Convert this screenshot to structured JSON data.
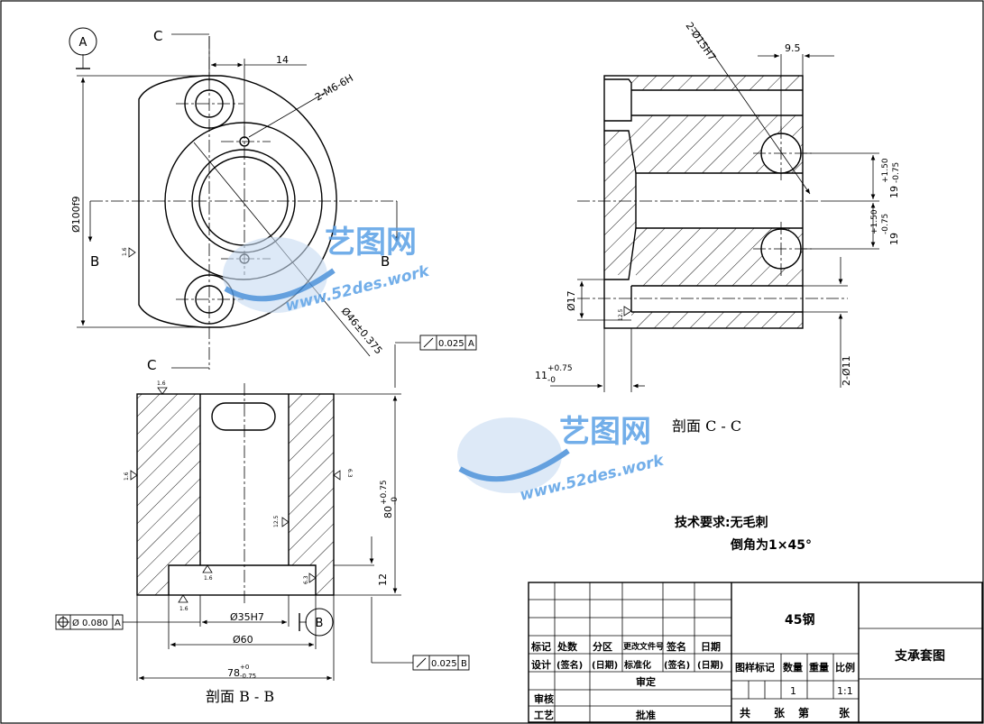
{
  "views": {
    "front": {
      "datum_label": "A",
      "section_c_top": "C",
      "section_c_bottom": "C",
      "section_b_left": "B",
      "section_b_right": "B",
      "dim_14": "14",
      "thread": "2-M6-6H",
      "dia_100": "Ø100f9",
      "dia_46": "Ø46±0.375",
      "rough_left": "1.6"
    },
    "section_bb": {
      "title": "剖面 B - B",
      "rough_top": "1.6",
      "rough_left": "1.6",
      "rough_right": "6.3",
      "rough_inner": "12.5",
      "rough_step_a": "1.6",
      "rough_step_b": "1.6",
      "rough_right2": "6.3",
      "perp_tol": "0.025",
      "perp_datum": "A",
      "coax_tol": "Ø 0.080",
      "coax_datum": "A",
      "flat_tol": "0.025",
      "flat_datum": "B",
      "height": "80",
      "height_tol_up": "+0.75",
      "height_tol_lo": "-0",
      "dim_12": "12",
      "dia_35": "Ø35H7",
      "dia_60": "Ø60",
      "width_78": "78",
      "width_tol_up": "+0",
      "width_tol_lo": "-0.75",
      "datum_b": "B"
    },
    "section_cc": {
      "title": "剖面 C - C",
      "dim_95": "9.5",
      "holes_15": "2-Ø15H7",
      "dim_19_a": "19",
      "dim_19_a_up": "+1.50",
      "dim_19_a_lo": "-0.75",
      "dim_19_b": "19",
      "dim_19_b_up": "+1.50",
      "dim_19_b_lo": "-0.75",
      "dia_17": "Ø17",
      "rough": "12.5",
      "dim_11": "11",
      "dim_11_up": "+0.75",
      "dim_11_lo": "-0",
      "holes_11": "2-Ø11"
    }
  },
  "notes": {
    "line1": "技术要求:无毛刺",
    "line2": "倒角为1×45°"
  },
  "title_block": {
    "material": "45钢",
    "part_name": "支承套图",
    "h_biaoji": "标记",
    "h_chushu": "处数",
    "h_fenqu": "分区",
    "h_gengai": "更改文件号",
    "h_qianming": "签名",
    "h_riqi": "日期",
    "r_sheji": "设计",
    "r_qianming": "(签名)",
    "r_riqi": "(日期)",
    "r_biaozhun": "标准化",
    "r_qianming2": "(签名)",
    "r_riqi2": "(日期)",
    "r_shending": "审定",
    "r_shenhe": "审核",
    "r_gongyi": "工艺",
    "r_pizhun": "批准",
    "h_tuyang": "图样标记",
    "h_shuliang": "数量",
    "h_zhongliang": "重量",
    "h_bili": "比例",
    "v_shuliang": "1",
    "v_bili": "1:1",
    "f_gong": "共",
    "f_zhang1": "张",
    "f_di": "第",
    "f_zhang2": "张"
  },
  "watermark": {
    "brand": "艺图网",
    "url": "www.52des.work"
  }
}
